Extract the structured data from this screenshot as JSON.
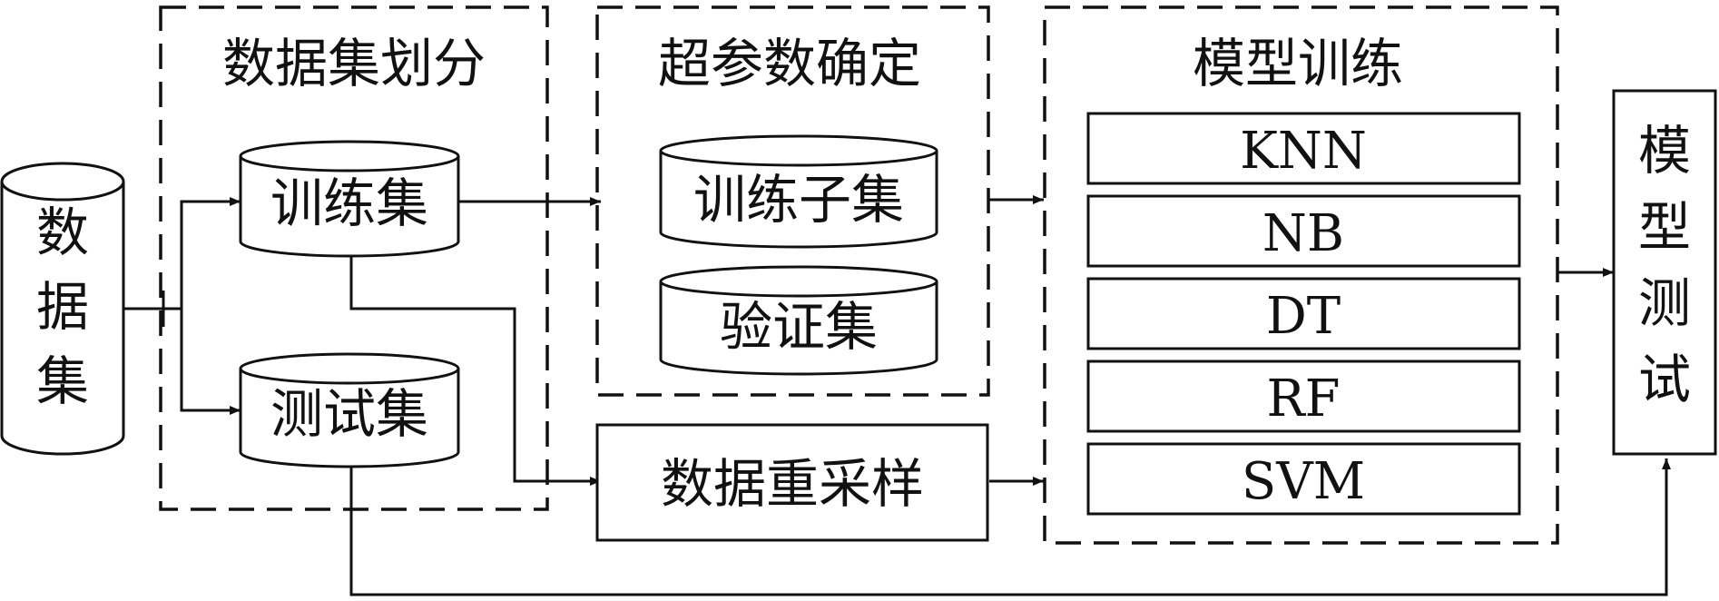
{
  "dataset": {
    "chars": [
      "数",
      "据",
      "集"
    ]
  },
  "split": {
    "title": "数据集划分",
    "train": "训练集",
    "test": "测试集"
  },
  "hyper": {
    "title": "超参数确定",
    "train_subset": "训练子集",
    "validation": "验证集"
  },
  "resample": {
    "label": "数据重采样"
  },
  "training": {
    "title": "模型训练",
    "models": [
      "KNN",
      "NB",
      "DT",
      "RF",
      "SVM"
    ]
  },
  "testing": {
    "chars": [
      "模",
      "型",
      "测",
      "试"
    ]
  }
}
